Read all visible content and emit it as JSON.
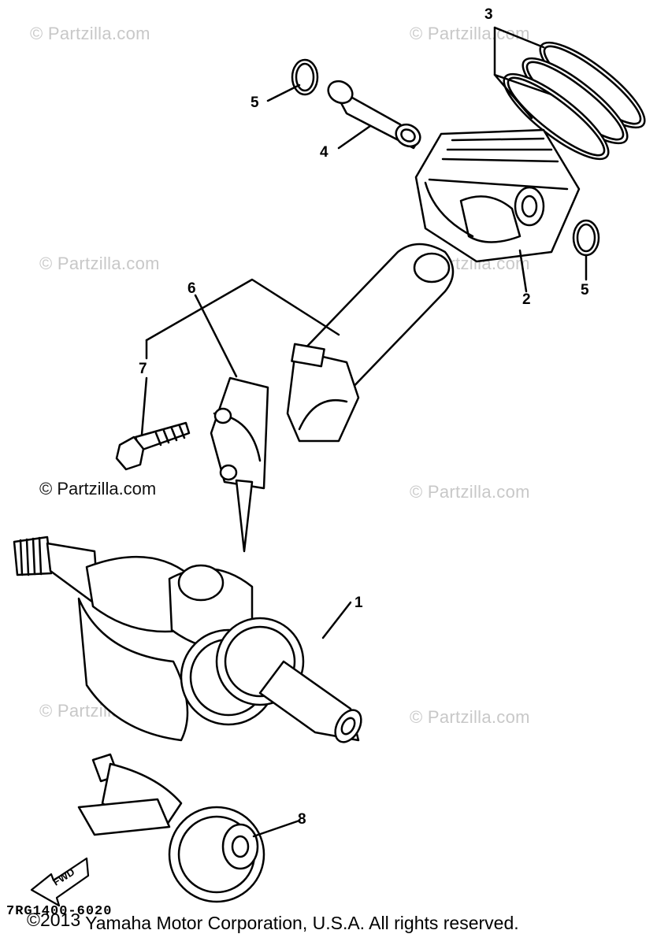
{
  "watermark": "© Partzilla.com",
  "watermark_prominent": "© Partzilla.com",
  "callouts": {
    "c1": "1",
    "c2": "2",
    "c3": "3",
    "c4": "4",
    "c5a": "5",
    "c5b": "5",
    "c6": "6",
    "c7": "7",
    "c8": "8"
  },
  "fwd_label": "FWD",
  "diagram_code": "7RG1400-6020",
  "footer": {
    "year": "©2013",
    "text": "Yamaha Motor Corporation, U.S.A. All rights reserved."
  },
  "colors": {
    "line": "#000000",
    "watermark": "#c8c8c8",
    "background": "#ffffff"
  }
}
